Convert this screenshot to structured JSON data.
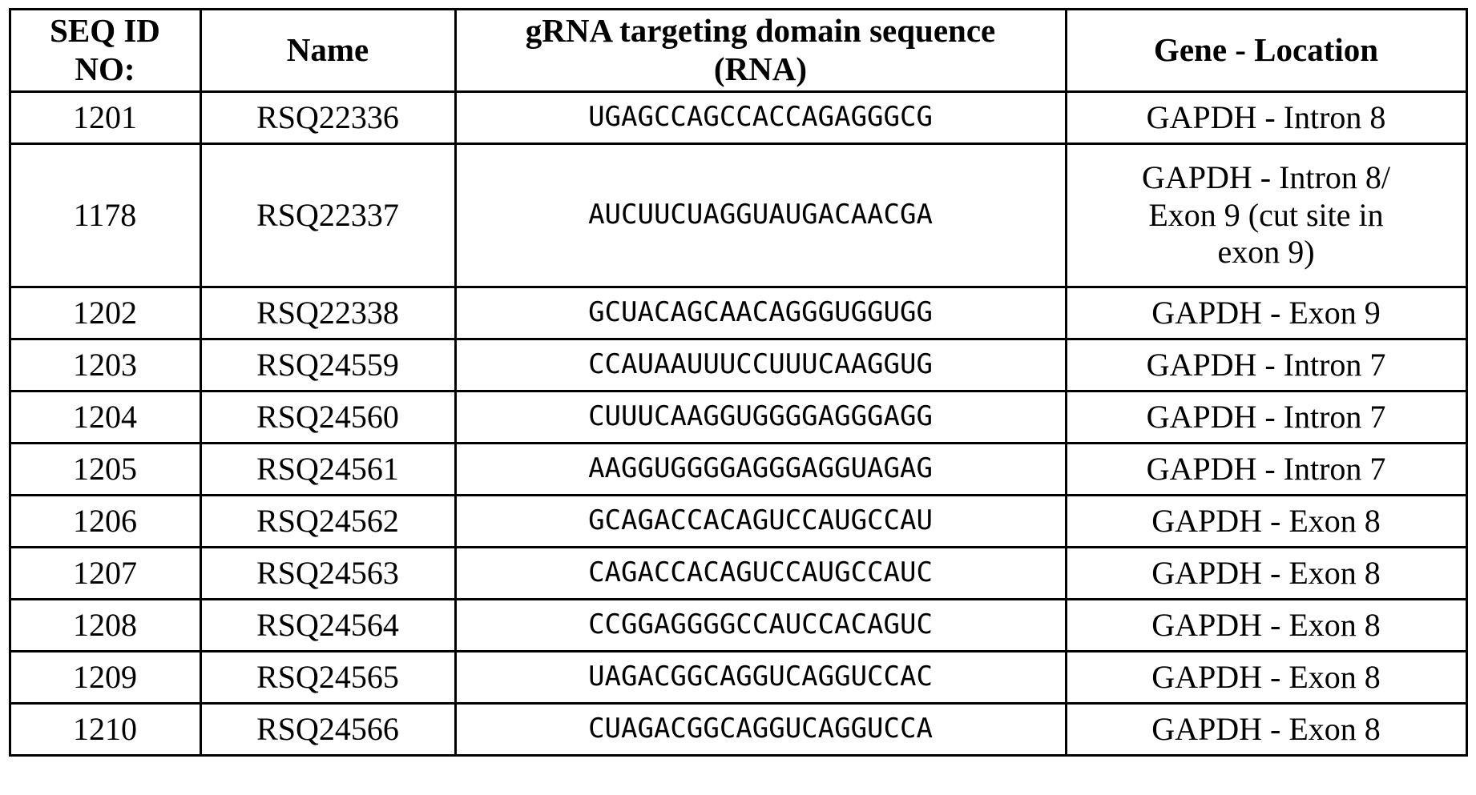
{
  "table": {
    "columns": [
      {
        "key": "seq_id",
        "label_lines": [
          "SEQ ID",
          "NO:"
        ],
        "label": "SEQ ID NO:"
      },
      {
        "key": "name",
        "label_lines": [
          "Name"
        ],
        "label": "Name"
      },
      {
        "key": "rna",
        "label_lines": [
          "gRNA targeting domain sequence",
          "(RNA)"
        ],
        "label": "gRNA targeting domain sequence (RNA)"
      },
      {
        "key": "gene_location",
        "label_lines": [
          "Gene - Location"
        ],
        "label": "Gene - Location"
      }
    ],
    "rows": [
      {
        "seq_id": "1201",
        "name": "RSQ22336",
        "rna": "UGAGCCAGCCACCAGAGGGCG",
        "gene_location": "GAPDH - Intron 8",
        "gene_location_lines": [
          "GAPDH - Intron 8"
        ]
      },
      {
        "seq_id": "1178",
        "name": "RSQ22337",
        "rna": "AUCUUCUAGGUAUGACAACGA",
        "gene_location": "GAPDH - Intron 8/ Exon 9 (cut site in exon 9)",
        "gene_location_lines": [
          "GAPDH - Intron 8/",
          "Exon 9 (cut site in",
          "exon 9)"
        ]
      },
      {
        "seq_id": "1202",
        "name": "RSQ22338",
        "rna": "GCUACAGCAACAGGGUGGUGG",
        "gene_location": "GAPDH - Exon 9",
        "gene_location_lines": [
          "GAPDH - Exon 9"
        ]
      },
      {
        "seq_id": "1203",
        "name": "RSQ24559",
        "rna": "CCAUAAUUUCCUUUCAAGGUG",
        "gene_location": "GAPDH - Intron 7",
        "gene_location_lines": [
          "GAPDH - Intron 7"
        ]
      },
      {
        "seq_id": "1204",
        "name": "RSQ24560",
        "rna": "CUUUCAAGGUGGGGAGGGAGG",
        "gene_location": "GAPDH - Intron 7",
        "gene_location_lines": [
          "GAPDH - Intron 7"
        ]
      },
      {
        "seq_id": "1205",
        "name": "RSQ24561",
        "rna": "AAGGUGGGGAGGGAGGUAGAG",
        "gene_location": "GAPDH - Intron 7",
        "gene_location_lines": [
          "GAPDH - Intron 7"
        ]
      },
      {
        "seq_id": "1206",
        "name": "RSQ24562",
        "rna": "GCAGACCACAGUCCAUGCCAU",
        "gene_location": "GAPDH - Exon 8",
        "gene_location_lines": [
          "GAPDH - Exon 8"
        ]
      },
      {
        "seq_id": "1207",
        "name": "RSQ24563",
        "rna": "CAGACCACAGUCCAUGCCAUC",
        "gene_location": "GAPDH - Exon 8",
        "gene_location_lines": [
          "GAPDH - Exon 8"
        ]
      },
      {
        "seq_id": "1208",
        "name": "RSQ24564",
        "rna": "CCGGAGGGGCCAUCCACAGUC",
        "gene_location": "GAPDH - Exon 8",
        "gene_location_lines": [
          "GAPDH - Exon 8"
        ]
      },
      {
        "seq_id": "1209",
        "name": "RSQ24565",
        "rna": "UAGACGGCAGGUCAGGUCCAC",
        "gene_location": "GAPDH - Exon 8",
        "gene_location_lines": [
          "GAPDH - Exon 8"
        ]
      },
      {
        "seq_id": "1210",
        "name": "RSQ24566",
        "rna": "CUAGACGGCAGGUCAGGUCCA",
        "gene_location": "GAPDH - Exon 8",
        "gene_location_lines": [
          "GAPDH - Exon 8"
        ]
      }
    ]
  },
  "colors": {
    "border": "#000000",
    "text": "#000000",
    "background": "#ffffff"
  }
}
